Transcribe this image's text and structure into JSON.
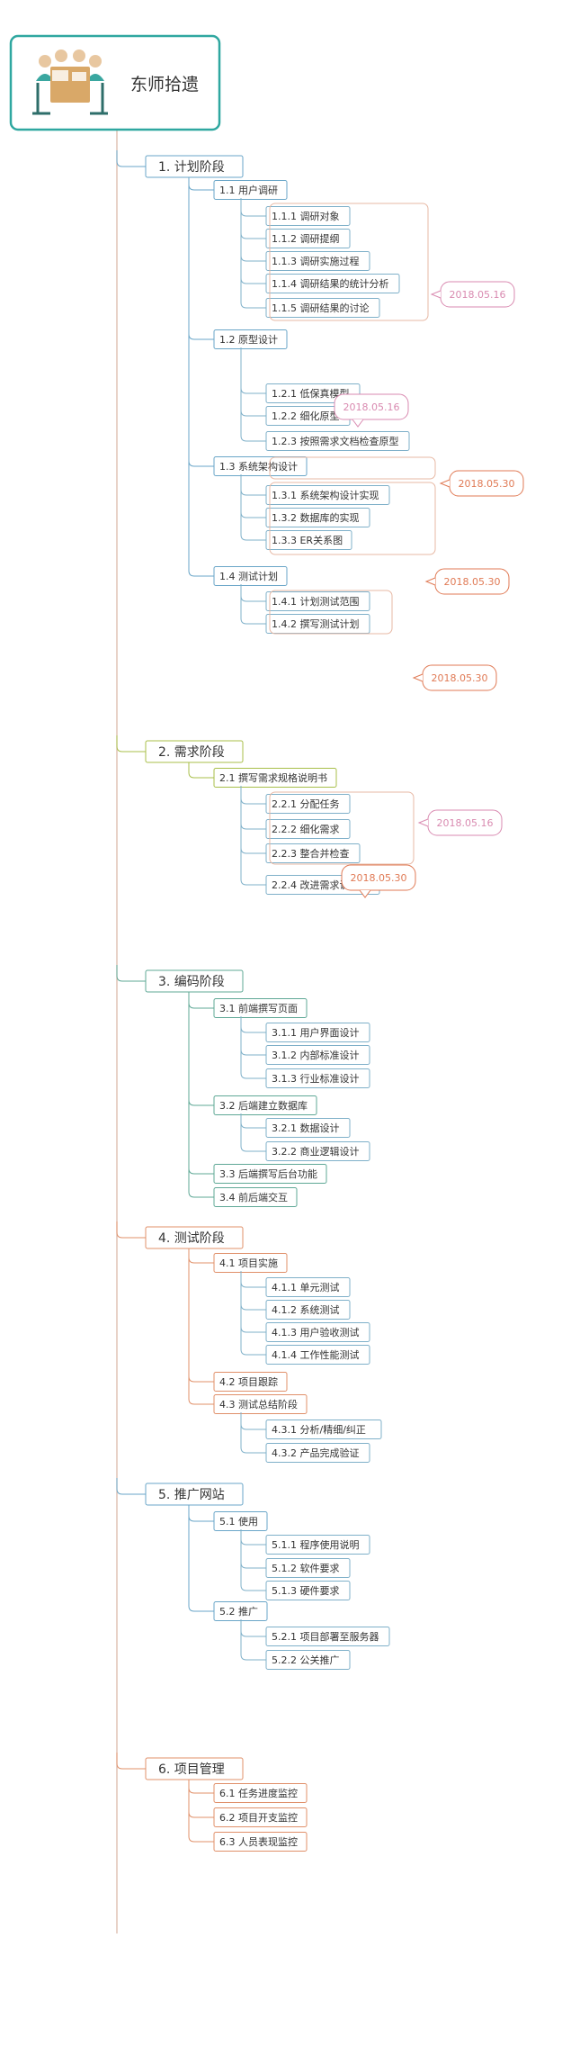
{
  "root": {
    "title": "东师拾遗"
  },
  "branches": [
    {
      "label": "1. 计划阶段",
      "color": "#6aa6c8",
      "children": [
        {
          "label": "1.1 用户调研",
          "children": [
            {
              "label": "1.1.1 调研对象"
            },
            {
              "label": "1.1.2 调研提纲"
            },
            {
              "label": "1.1.3 调研实施过程"
            },
            {
              "label": "1.1.4 调研结果的统计分析"
            },
            {
              "label": "1.1.5 调研结果的讨论"
            }
          ]
        },
        {
          "label": "1.2 原型设计",
          "children": [
            {
              "label": "1.2.1 低保真模型"
            },
            {
              "label": "1.2.2 细化原型"
            },
            {
              "label": "1.2.3 按照需求文档检查原型"
            }
          ]
        },
        {
          "label": "1.3 系统架构设计",
          "children": [
            {
              "label": "1.3.1 系统架构设计实现"
            },
            {
              "label": "1.3.2 数据库的实现"
            },
            {
              "label": "1.3.3 ER关系图"
            }
          ]
        },
        {
          "label": "1.4 测试计划",
          "children": [
            {
              "label": "1.4.1 计划测试范围"
            },
            {
              "label": "1.4.2 撰写测试计划"
            }
          ]
        }
      ]
    },
    {
      "label": "2. 需求阶段",
      "color": "#a8bf4a",
      "children": [
        {
          "label": "2.1 撰写需求规格说明书",
          "children": [
            {
              "label": "2.2.1 分配任务"
            },
            {
              "label": "2.2.2 细化需求"
            },
            {
              "label": "2.2.3 整合并检查"
            },
            {
              "label": "2.2.4 改进需求说明书"
            }
          ]
        }
      ]
    },
    {
      "label": "3. 编码阶段",
      "color": "#5fa896",
      "children": [
        {
          "label": "3.1 前端撰写页面",
          "children": [
            {
              "label": "3.1.1 用户界面设计"
            },
            {
              "label": "3.1.2 内部标准设计"
            },
            {
              "label": "3.1.3 行业标准设计"
            }
          ]
        },
        {
          "label": "3.2 后端建立数据库",
          "children": [
            {
              "label": "3.2.1 数据设计"
            },
            {
              "label": "3.2.2 商业逻辑设计"
            }
          ]
        },
        {
          "label": "3.3 后端撰写后台功能",
          "children": []
        },
        {
          "label": "3.4 前后端交互",
          "children": []
        }
      ]
    },
    {
      "label": "4. 测试阶段",
      "color": "#e0906a",
      "children": [
        {
          "label": "4.1 项目实施",
          "children": [
            {
              "label": "4.1.1 单元测试"
            },
            {
              "label": "4.1.2 系统测试"
            },
            {
              "label": "4.1.3 用户验收测试"
            },
            {
              "label": "4.1.4 工作性能测试"
            }
          ]
        },
        {
          "label": "4.2 项目跟踪",
          "children": []
        },
        {
          "label": "4.3 测试总结阶段",
          "children": [
            {
              "label": "4.3.1 分析/精细/纠正"
            },
            {
              "label": "4.3.2 产品完成验证"
            }
          ]
        }
      ]
    },
    {
      "label": "5. 推广网站",
      "color": "#6aa6c8",
      "children": [
        {
          "label": "5.1 使用",
          "children": [
            {
              "label": "5.1.1 程序使用说明"
            },
            {
              "label": "5.1.2 软件要求"
            },
            {
              "label": "5.1.3 硬件要求"
            }
          ]
        },
        {
          "label": "5.2 推广",
          "children": [
            {
              "label": "5.2.1 项目部署至服务器"
            },
            {
              "label": "5.2.2 公关推广"
            }
          ]
        }
      ]
    },
    {
      "label": "6. 项目管理",
      "color": "#e0906a",
      "children": [
        {
          "label": "6.1 任务进度监控",
          "children": []
        },
        {
          "label": "6.2 项目开支监控",
          "children": []
        },
        {
          "label": "6.3 人员表现监控",
          "children": []
        }
      ]
    }
  ],
  "dates": [
    {
      "label": "2018.05.16",
      "color": "#d98ab0"
    },
    {
      "label": "2018.05.16",
      "color": "#d98ab0"
    },
    {
      "label": "2018.05.30",
      "color": "#e07a55"
    },
    {
      "label": "2018.05.30",
      "color": "#e07a55"
    },
    {
      "label": "2018.05.30",
      "color": "#e07a55"
    },
    {
      "label": "2018.05.16",
      "color": "#d98ab0"
    },
    {
      "label": "2018.05.30",
      "color": "#e07a55"
    }
  ],
  "colors": {
    "root_border": "#2fa7a0",
    "spine": "#d8b4a4",
    "leaf_border": "#7fb0c9",
    "text": "#333333"
  }
}
